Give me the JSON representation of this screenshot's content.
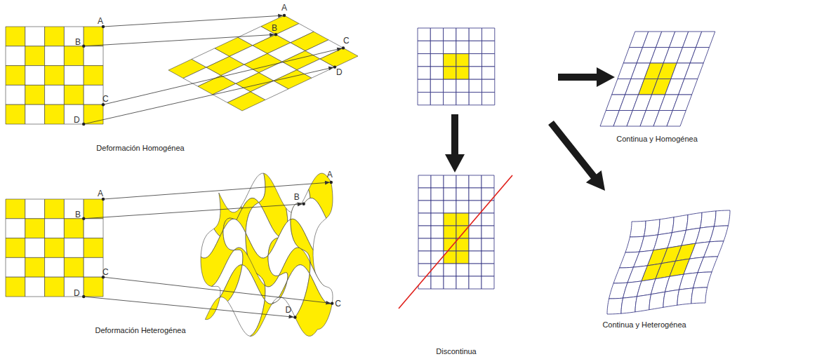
{
  "diagram": {
    "labels": [
      "A",
      "B",
      "C",
      "D",
      "A",
      "B",
      "C",
      "D",
      "Deformación Homogénea",
      "A",
      "B",
      "C",
      "D",
      "B",
      "A",
      "D",
      "C",
      "Deformación Heterogénea",
      "Continua y Homogénea",
      "Discontinua",
      "Continua y Heterogénea"
    ]
  }
}
